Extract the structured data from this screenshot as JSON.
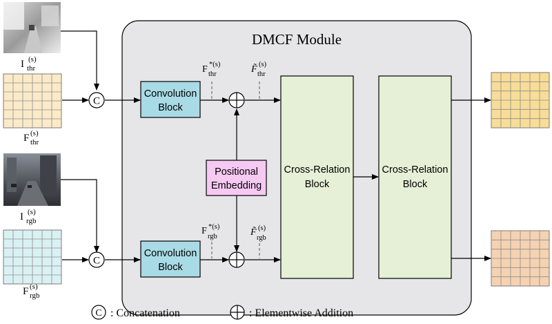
{
  "module": {
    "title": "DMCF Module"
  },
  "blocks": {
    "conv_top": [
      "Convolution",
      "Block"
    ],
    "conv_bottom": [
      "Convolution",
      "Block"
    ],
    "pos_embed": [
      "Positional",
      "Embedding"
    ],
    "cross_rel_1": [
      "Cross-Relation",
      "Block"
    ],
    "cross_rel_2": [
      "Cross-Relation",
      "Block"
    ]
  },
  "labels": {
    "i_thr": {
      "base": "I",
      "sub": "thr",
      "sup": "(s)"
    },
    "f_thr": {
      "base": "F",
      "sub": "thr",
      "sup": "(s)"
    },
    "i_rgb": {
      "base": "I",
      "sub": "rgb",
      "sup": "(s)"
    },
    "f_rgb": {
      "base": "F",
      "sub": "rgb",
      "sup": "(s)"
    },
    "f_star_thr": {
      "base": "F",
      "sub": "thr",
      "sup": "*(s)"
    },
    "f_star_rgb": {
      "base": "F",
      "sub": "rgb",
      "sup": "*(s)"
    },
    "f_tilde_thr": {
      "base": "F̃",
      "sub": "thr",
      "sup": "(s)"
    },
    "f_tilde_rgb": {
      "base": "F̃",
      "sub": "rgb",
      "sup": "(s)"
    }
  },
  "legend": {
    "concat_symbol": "C",
    "concat_text": ": Concatenation",
    "add_text": ": Elementwise Addition"
  },
  "colors": {
    "module_bg": "#e6e6e9",
    "conv_fill": "#a9dbe6",
    "pos_fill": "#f6c9f3",
    "cross_fill": "#e6f0d6",
    "grid_thr": "#fbeac8",
    "grid_rgb": "#daf1f4",
    "grid_out_thr": "#f8dd98",
    "grid_out_rgb": "#f5d2b2"
  },
  "icons": [
    "thermal-image-icon",
    "rgb-image-icon"
  ]
}
